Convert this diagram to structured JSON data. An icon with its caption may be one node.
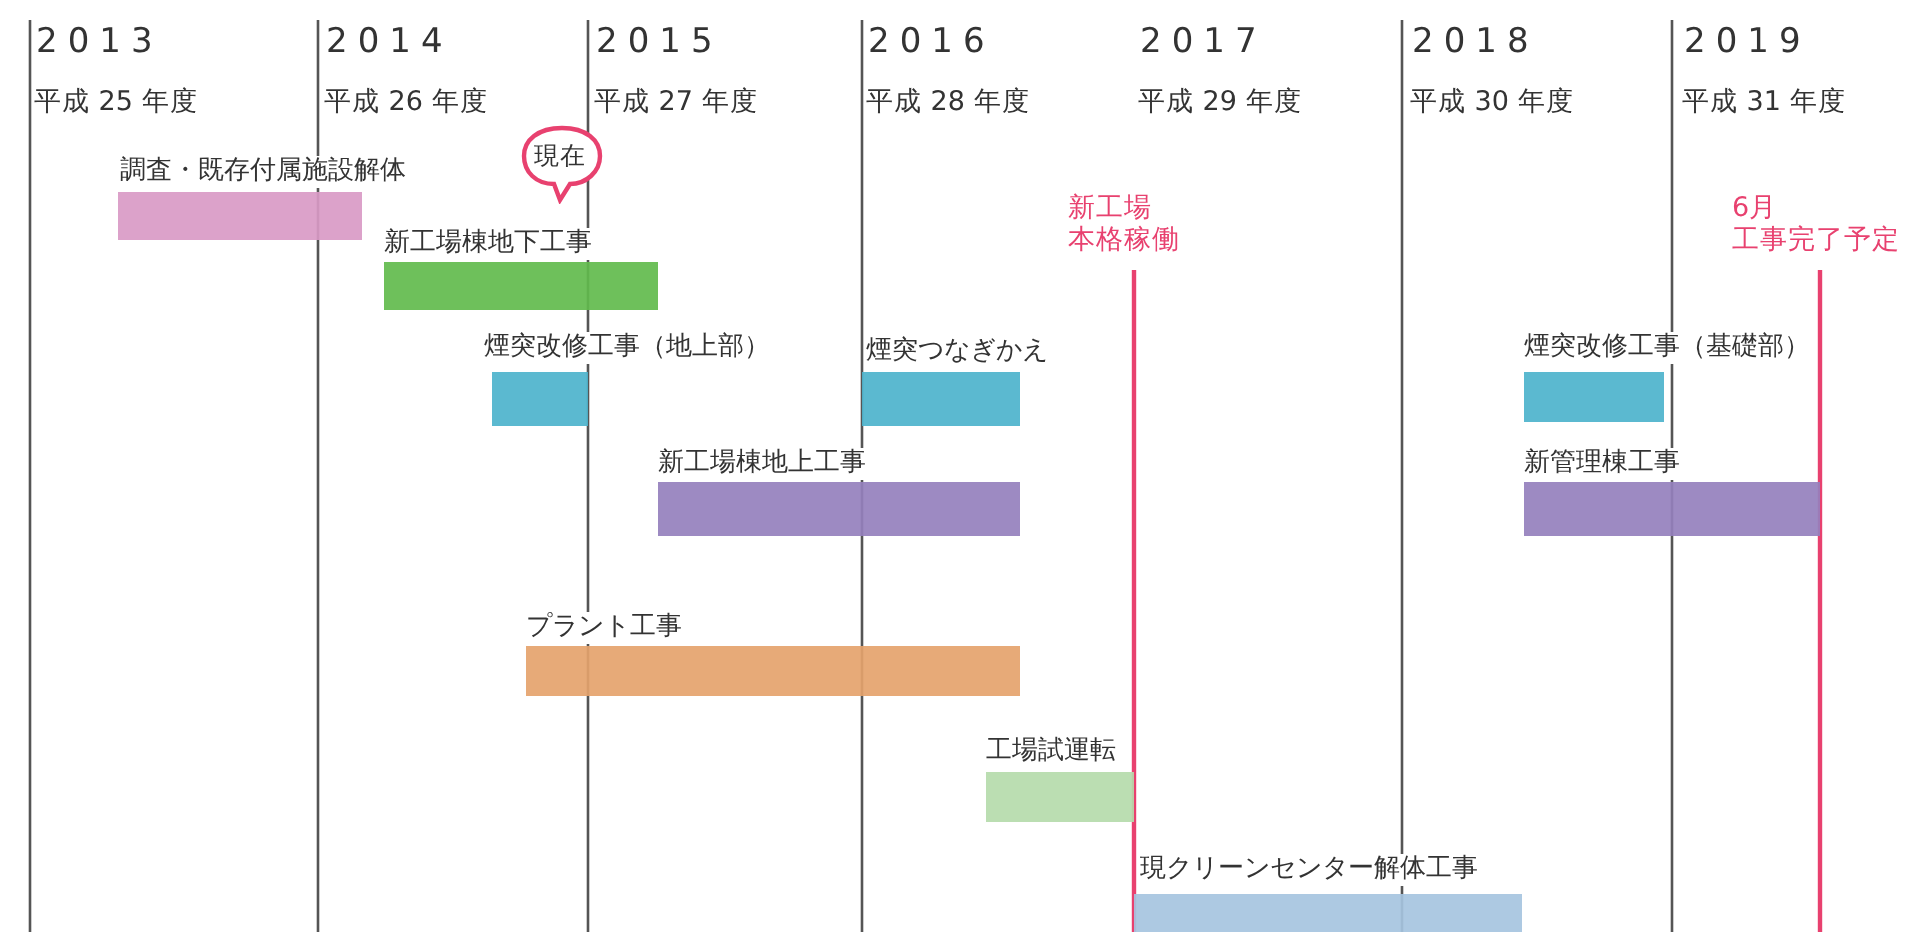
{
  "diagram": {
    "nodes": [
      {
        "text": [
          "調査・既存付属施設解体"
        ]
      },
      {
        "text": [
          "新工場棟地下工事"
        ]
      },
      {
        "text": [
          "煙突改修工事（地上部）"
        ]
      },
      {
        "text": [
          "煙突つなぎかえ"
        ]
      },
      {
        "text": [
          "煙突改修工事（基礎部）"
        ]
      },
      {
        "text": [
          "新工場棟地上工事"
        ]
      },
      {
        "text": [
          "新管理棟工事"
        ]
      },
      {
        "text": [
          "プラント工事"
        ]
      },
      {
        "text": [
          "工場試運転"
        ]
      },
      {
        "text": [
          "現クリーンセンター解体工事"
        ]
      },
      {
        "text": [
          "現在"
        ]
      }
    ],
    "edges": [],
    "labels": [
      "2013",
      "2014",
      "2015",
      "2016",
      "2017",
      "2018",
      "2019",
      "平成 25 年度",
      "平成 26 年度",
      "平成 27 年度",
      "平成 28 年度",
      "平成 29 年度",
      "平成 30 年度",
      "平成 31 年度",
      "新工場本格稼働",
      "6月工事完了予定"
    ]
  }
}
